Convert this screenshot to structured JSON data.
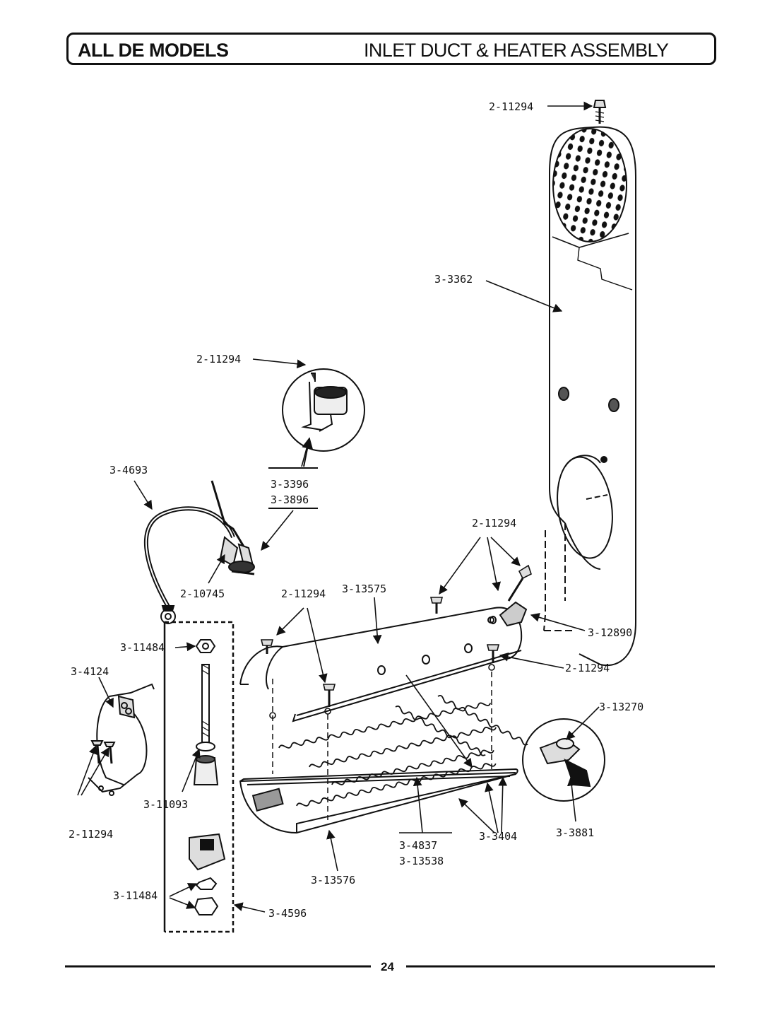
{
  "header": {
    "left": "ALL DE MODELS",
    "right": "INLET DUCT & HEATER ASSEMBLY"
  },
  "page_number": "24",
  "labels": {
    "screw_top": "2-11294",
    "duct": "3-3362",
    "screw_thermostat": "2-11294",
    "thermostat_a": "3-3396",
    "thermostat_b": "3-3896",
    "wire": "3-4693",
    "terminal": "2-10745",
    "screws_heater": "2-11294",
    "heater_housing": "3-13575",
    "screws_left_housing": "2-11294",
    "bracket": "3-12890",
    "screw_right": "2-11294",
    "nut_top": "3-11484",
    "clamp": "3-4124",
    "insulator": "3-11093",
    "screws_clamp": "2-11294",
    "hi_limit": "3-13270",
    "element_a": "3-4837",
    "element_b": "3-13538",
    "insulators": "3-3404",
    "fuse": "3-3881",
    "lower_housing": "3-13576",
    "nuts_bottom": "3-11484",
    "terminal_kit": "3-4596"
  }
}
